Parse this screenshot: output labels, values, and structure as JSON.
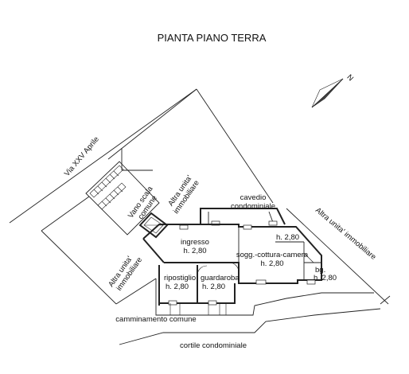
{
  "title": "PIANTA PIANO TERRA",
  "north_label": "N",
  "labels": {
    "street": "Via XXV Aprile",
    "stair": [
      "Vano scala",
      "comune"
    ],
    "other_unit_top": [
      "Altra unita'",
      "immobiliare"
    ],
    "other_unit_left": [
      "Altra unita'",
      "immobiliare"
    ],
    "other_unit_right": "Altra unita' immobiliare",
    "cavedio": [
      "cavedio",
      "condominiale"
    ],
    "ingresso": [
      "ingresso",
      "h. 2,80"
    ],
    "soggiorno": [
      "sogg.-cottura-camera",
      "h. 2,80"
    ],
    "soggiorno_height_top": "h. 2,80",
    "bagno": [
      "bg.",
      "h. 2,80"
    ],
    "ripostiglio": [
      "ripostiglio",
      "h. 2,80"
    ],
    "guardaroba": [
      "guardaroba",
      "h. 2,80"
    ],
    "camminamento": "camminamento comune",
    "cortile": "cortile condominiale"
  }
}
